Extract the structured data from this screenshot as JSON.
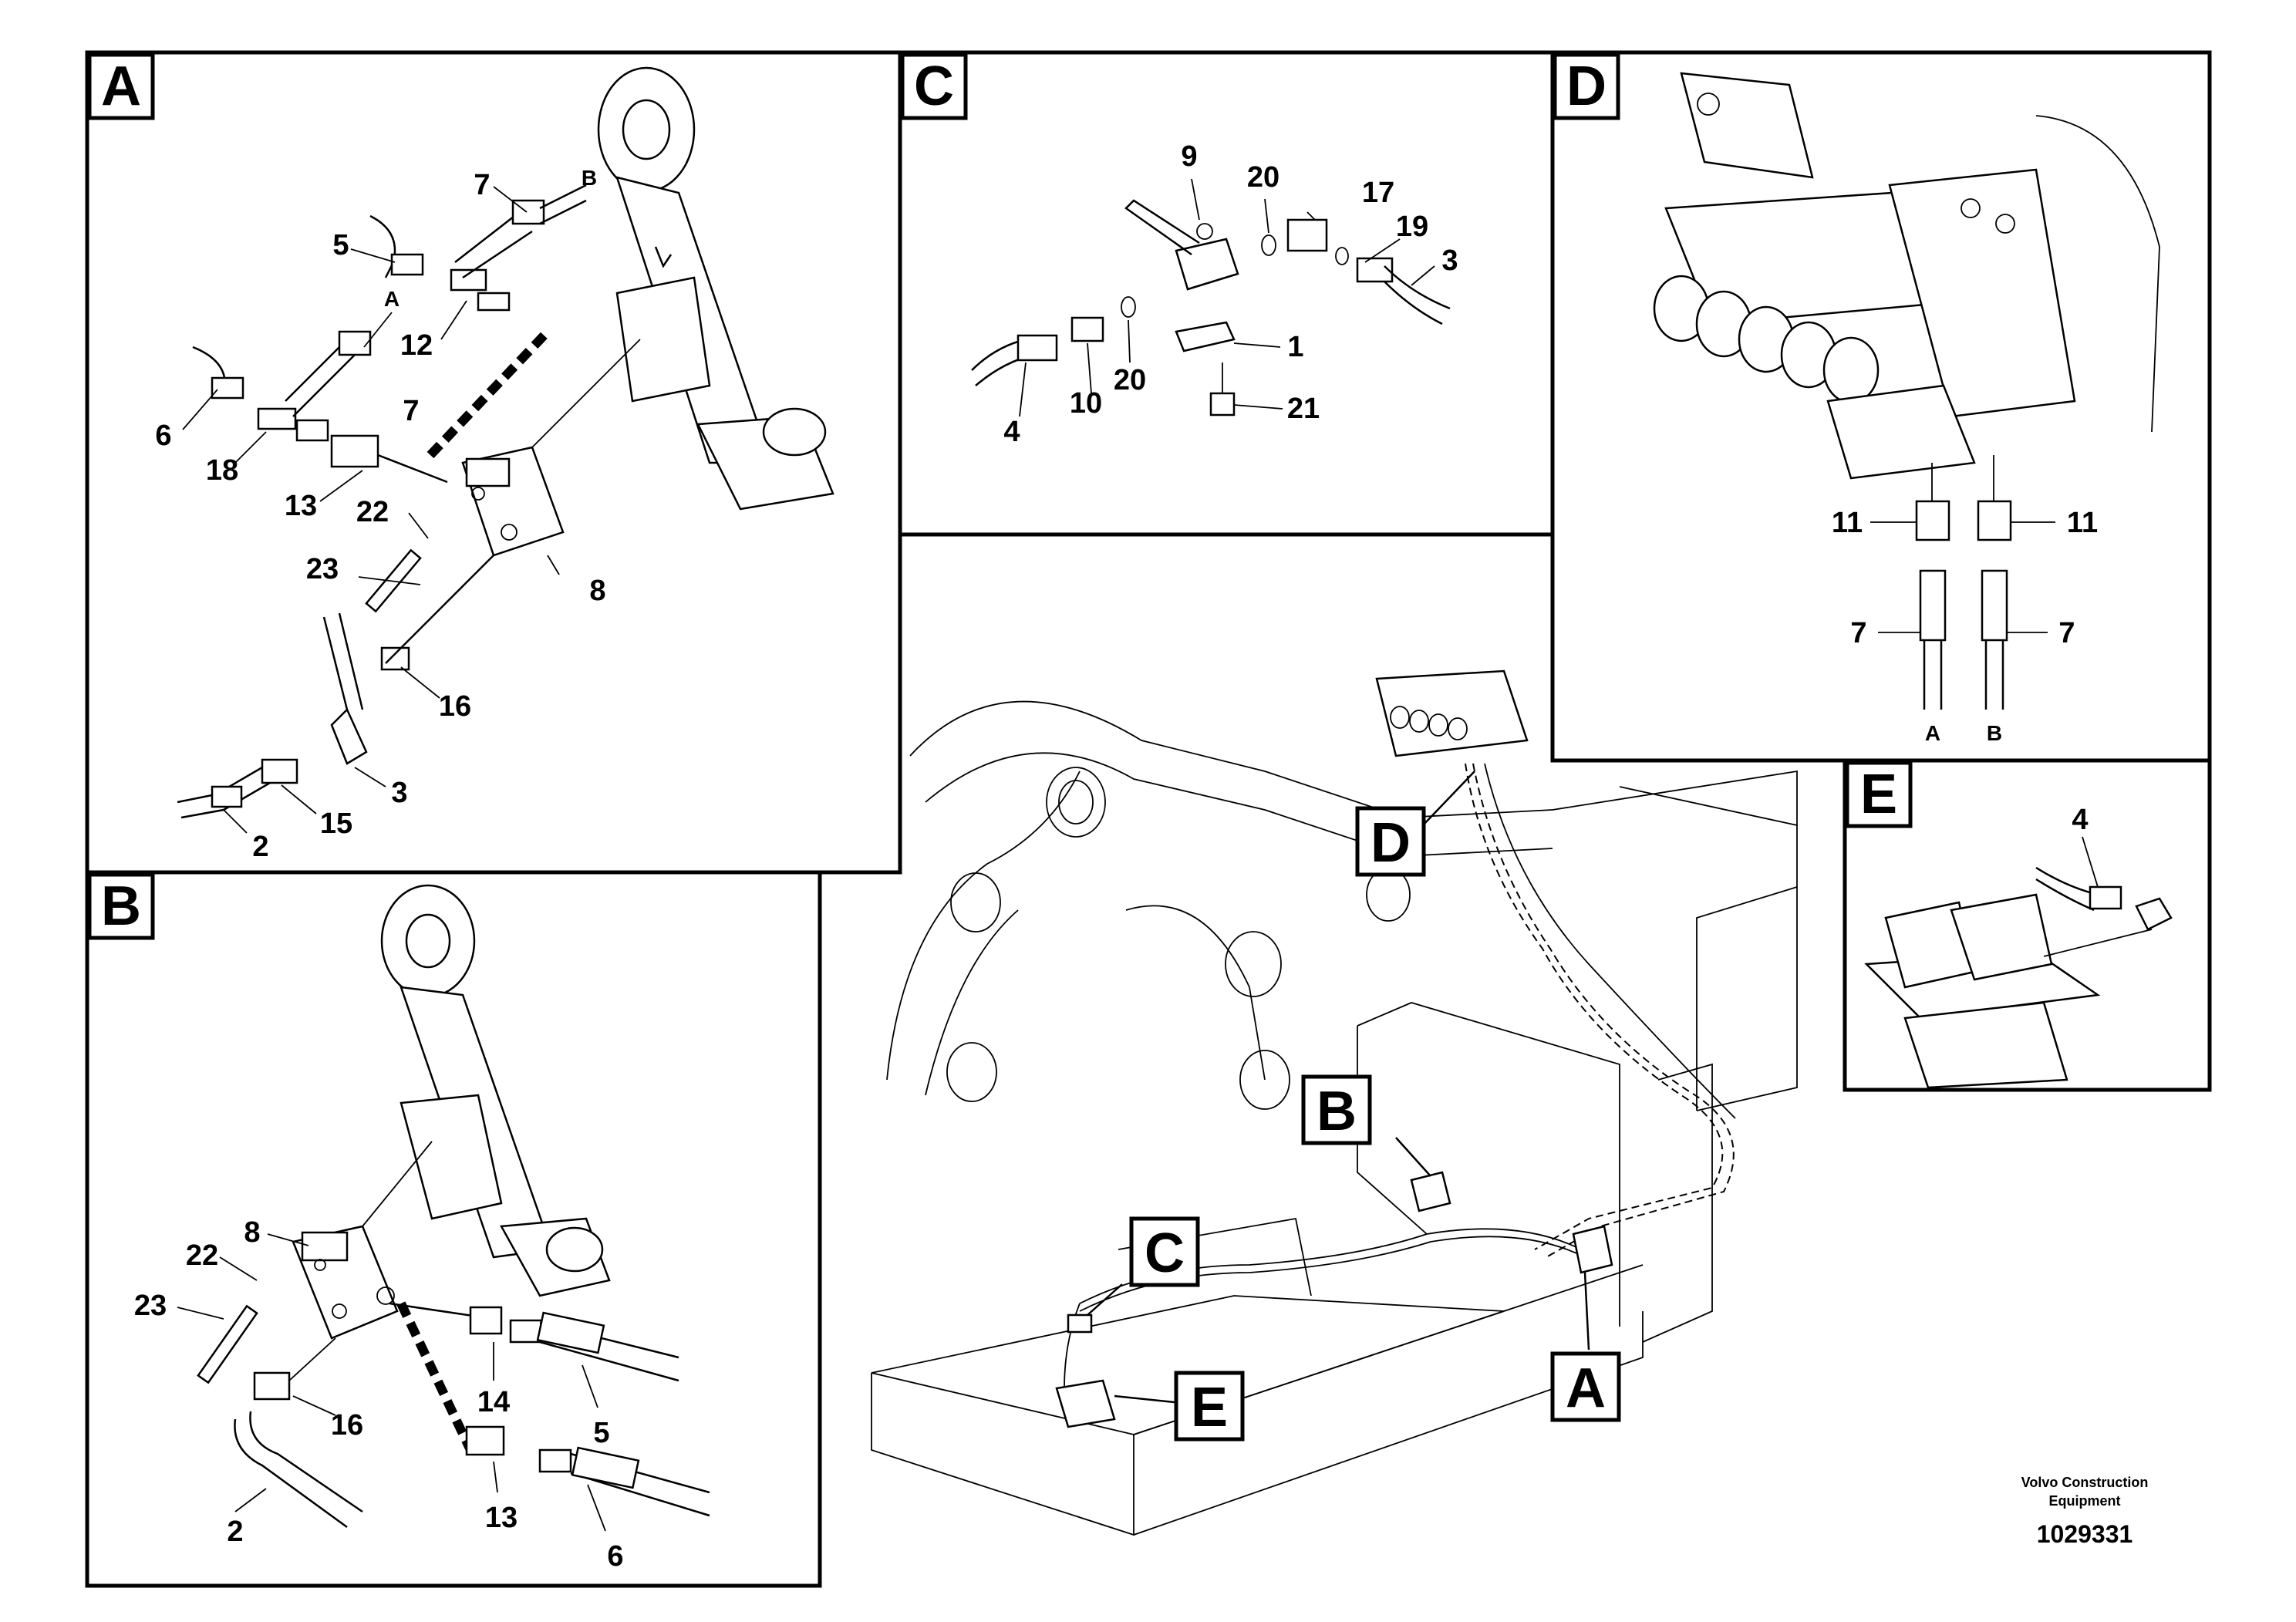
{
  "panels": {
    "A": {
      "letter": "A",
      "labels": {
        "l7a": "7",
        "lB": "B",
        "l5": "5",
        "l12": "12",
        "lA": "A",
        "l7b": "7",
        "l6": "6",
        "l18": "18",
        "l13": "13",
        "l22": "22",
        "l23": "23",
        "l8": "8",
        "l16": "16",
        "l3": "3",
        "l15": "15",
        "l2": "2"
      }
    },
    "B": {
      "letter": "B",
      "labels": {
        "l8": "8",
        "l22": "22",
        "l23": "23",
        "l16": "16",
        "l14": "14",
        "l5": "5",
        "l13": "13",
        "l2": "2",
        "l6": "6"
      }
    },
    "C": {
      "letter": "C",
      "labels": {
        "l9": "9",
        "l20a": "20",
        "l17": "17",
        "l19": "19",
        "l3": "3",
        "l1": "1",
        "l20b": "20",
        "l4": "4",
        "l10": "10",
        "l21": "21"
      }
    },
    "D": {
      "letter": "D",
      "labels": {
        "l11a": "11",
        "l11b": "11",
        "l7a": "7",
        "l7b": "7",
        "lA": "A",
        "lB": "B"
      }
    },
    "E": {
      "letter": "E",
      "labels": {
        "l4": "4"
      }
    }
  },
  "main_callouts": {
    "A": "A",
    "B": "B",
    "C": "C",
    "D": "D",
    "E": "E"
  },
  "footer": {
    "brand_line1": "Volvo Construction",
    "brand_line2": "Equipment",
    "doc_number": "1029331"
  }
}
